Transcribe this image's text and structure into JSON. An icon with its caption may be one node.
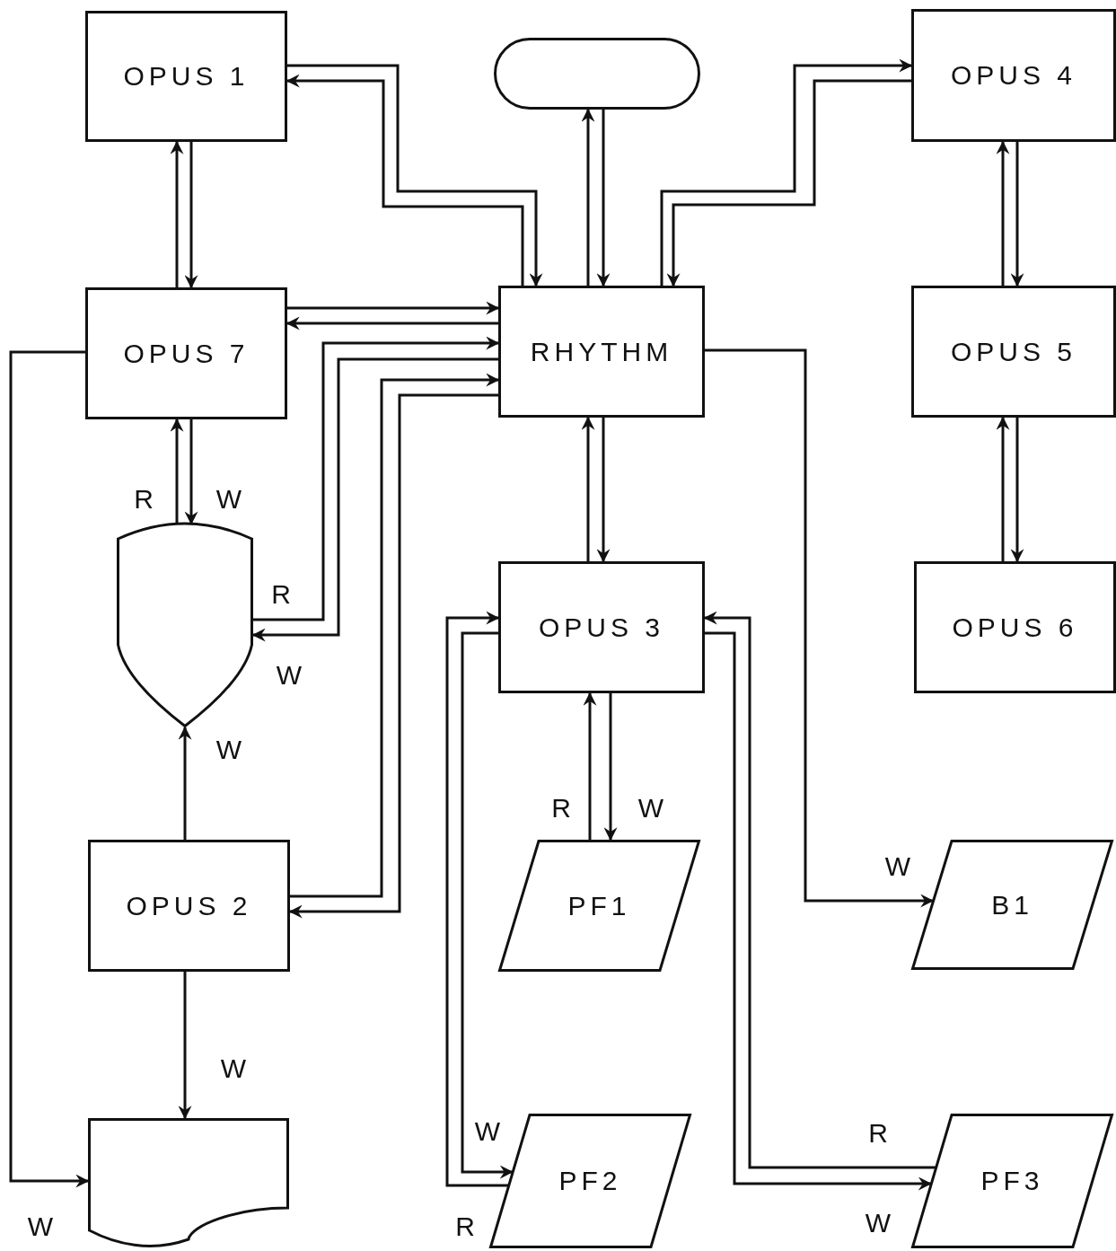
{
  "diagram": {
    "nodes": [
      {
        "text": [
          "OPUS 1"
        ]
      },
      {
        "text": [],
        "shape": "pill"
      },
      {
        "text": [
          "OPUS 4"
        ]
      },
      {
        "text": [
          "OPUS 7"
        ]
      },
      {
        "text": [
          "RHYTHM"
        ]
      },
      {
        "text": [
          "OPUS 5"
        ]
      },
      {
        "text": [],
        "shape": "shield"
      },
      {
        "text": [
          "OPUS 3"
        ]
      },
      {
        "text": [
          "OPUS 6"
        ]
      },
      {
        "text": [
          "OPUS 2"
        ]
      },
      {
        "text": [
          "PF1"
        ]
      },
      {
        "text": [
          "B1"
        ]
      },
      {
        "text": [],
        "shape": "document"
      },
      {
        "text": [
          "PF2"
        ]
      },
      {
        "text": [
          "PF3"
        ]
      }
    ],
    "edges": [
      {
        "from": 4,
        "to": 0,
        "arrow": "to"
      },
      {
        "from": 0,
        "to": 4,
        "arrow": "to"
      },
      {
        "from": 4,
        "to": 1,
        "arrow": "to"
      },
      {
        "from": 1,
        "to": 4,
        "arrow": "to"
      },
      {
        "from": 4,
        "to": 2,
        "arrow": "to"
      },
      {
        "from": 2,
        "to": 4,
        "arrow": "to"
      },
      {
        "from": 0,
        "to": 3,
        "arrow": "to"
      },
      {
        "from": 3,
        "to": 0,
        "arrow": "to"
      },
      {
        "from": 2,
        "to": 5,
        "arrow": "to"
      },
      {
        "from": 5,
        "to": 2,
        "arrow": "to"
      },
      {
        "from": 8,
        "to": 5,
        "arrow": "to"
      },
      {
        "from": 5,
        "to": 8,
        "arrow": "to"
      },
      {
        "from": 3,
        "to": 4,
        "arrow": "to"
      },
      {
        "from": 4,
        "to": 3,
        "arrow": "to"
      },
      {
        "from": 6,
        "to": 4,
        "arrow": "to",
        "label": "R"
      },
      {
        "from": 4,
        "to": 6,
        "arrow": "to",
        "label": "W"
      },
      {
        "from": 9,
        "to": 4,
        "arrow": "to"
      },
      {
        "from": 4,
        "to": 9,
        "arrow": "to"
      },
      {
        "from": 6,
        "to": 3,
        "arrow": "to",
        "label": "R"
      },
      {
        "from": 3,
        "to": 6,
        "arrow": "to",
        "label": "W"
      },
      {
        "from": 9,
        "to": 6,
        "arrow": "to",
        "label": "W"
      },
      {
        "from": 9,
        "to": 12,
        "arrow": "to",
        "label": "W"
      },
      {
        "from": 3,
        "to": 12,
        "arrow": "to",
        "label": "W"
      },
      {
        "from": 7,
        "to": 4,
        "arrow": "to"
      },
      {
        "from": 4,
        "to": 7,
        "arrow": "to"
      },
      {
        "from": 10,
        "to": 7,
        "arrow": "to",
        "label": "R"
      },
      {
        "from": 7,
        "to": 10,
        "arrow": "to",
        "label": "W"
      },
      {
        "from": 4,
        "to": 11,
        "arrow": "to",
        "label": "W"
      },
      {
        "from": 13,
        "to": 7,
        "arrow": "to",
        "label": "R"
      },
      {
        "from": 7,
        "to": 13,
        "arrow": "to",
        "label": "W"
      },
      {
        "from": 14,
        "to": 7,
        "arrow": "to",
        "label": "R"
      },
      {
        "from": 7,
        "to": 14,
        "arrow": "to",
        "label": "W"
      }
    ]
  }
}
